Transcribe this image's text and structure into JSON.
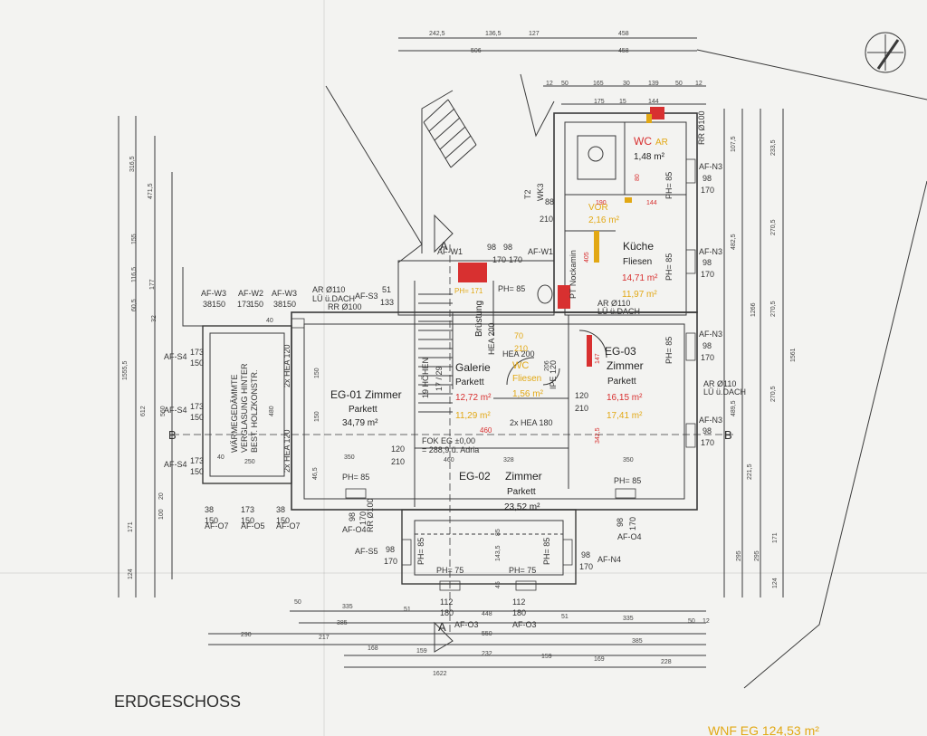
{
  "plan_title": "ERDGESCHOSS",
  "bottom_fragment": "WNF EG 124,53 m²",
  "colors": {
    "line": "#3a3a3a",
    "wall": "#d8d8d8",
    "red": "#d83030",
    "orange": "#e2a814",
    "dim": "#555555"
  },
  "rooms": {
    "eg01": {
      "name": "EG-01 Zimmer",
      "floor": "Parkett",
      "area": "34,79 m²"
    },
    "eg02": {
      "code": "EG-02",
      "name": "Zimmer",
      "floor": "Parkett",
      "area": "23,52 m²"
    },
    "eg03": {
      "code": "EG-03",
      "name": "Zimmer",
      "floor": "Parkett",
      "area_red": "16,15 m²",
      "area_orange": "17,41 m²"
    },
    "galerie": {
      "name": "Galerie",
      "floor": "Parkett",
      "area_red": "12,72 m²",
      "area_orange": "11,29 m²"
    },
    "wc_small": {
      "name": "WC",
      "floor": "Fliesen",
      "area": "1,56 m²"
    },
    "wc_top": {
      "name": "WC",
      "extra": "AR",
      "area": "1,48 m²"
    },
    "vorr": {
      "name": "VOR",
      "area": "2,16 m²"
    },
    "kueche": {
      "name": "Küche",
      "floor": "Fliesen",
      "area_red": "14,71 m²",
      "area_orange": "11,97 m²"
    },
    "winter": {
      "line1": "WÄRMEGEDÄMMTE",
      "line2": "VERGLASUNG HINTER",
      "line3": "BEST. HOLZKONSTR."
    }
  },
  "labels": {
    "fok1": "FOK EG ±0,00",
    "fok2": "= 288,9 ü. Adria",
    "hoehen": "19 HÖHEN",
    "steps": "17 / 29",
    "bruestung": "Brüstung",
    "hea200a": "HEA 200",
    "hea200b": "HEA 200",
    "hea180": "2x HEA 180",
    "hea120a": "2x HEA 120",
    "hea120b": "2x HEA 120",
    "ipe": "IPE 120",
    "ar110a": "AR Ø110",
    "ludach_a": "LÜ ü.DACH",
    "ar110b": "AR Ø110",
    "ludach_b": "LÜ ü.DACH",
    "ar110c": "AR Ø110",
    "ludach_c": "LÜ ü.DACH",
    "rr100a": "RR Ø100",
    "rr100b": "RR Ø100",
    "rr100c": "RR Ø100",
    "nockamin": "PT Nockamin",
    "t2": "T2",
    "wk3": "WK3",
    "ph85": "PH= 85",
    "ph171": "PH= 171",
    "ph75": "PH= 75",
    "sec_a": "A",
    "sec_b": "B"
  },
  "windows": {
    "afw3": "AF-W3",
    "afw2": "AF-W2",
    "afs3": "AF-S3",
    "afs4": "AF-S4",
    "afs5": "AF-S5",
    "afo7": "AF-O7",
    "afo5": "AF-O5",
    "afo4": "AF-O4",
    "afo3": "AF-O3",
    "afn3": "AF-N3",
    "afn4": "AF-N4",
    "afw1": "AF-W1"
  },
  "dims": {
    "d2425": "242,5",
    "d1365": "136,5",
    "d127": "127",
    "d458": "458",
    "d506": "506",
    "d12": "12",
    "d50": "50",
    "d165": "165",
    "d30": "30",
    "d139": "139",
    "d175": "175",
    "d15": "15",
    "d144": "144",
    "d3165": "316,5",
    "d4715": "471,5",
    "d155": "155",
    "d1165": "116,5",
    "d177": "177",
    "d605": "60,5",
    "d32": "32",
    "d15555": "1555,5",
    "d612": "612",
    "d560": "560",
    "d480": "480",
    "d350": "350",
    "d250": "250",
    "d460": "460",
    "d328": "328",
    "d40": "40",
    "d150": "150",
    "d173": "173",
    "d38": "38",
    "d98": "98",
    "d170": "170",
    "d88": "88",
    "d210": "210",
    "d120": "120",
    "d51": "51",
    "d133": "133",
    "d112": "112",
    "d180": "180",
    "d335": "335",
    "d448": "448",
    "d290": "290",
    "d217": "217",
    "d385": "385",
    "d550": "550",
    "d168": "168",
    "d159": "159",
    "d232": "232",
    "d169": "169",
    "d228": "228",
    "d1622": "1622",
    "d1266": "1266",
    "d1561": "1561",
    "d2335": "233,5",
    "d1075": "107,5",
    "d2705": "270,5",
    "d4825": "482,5",
    "d4895": "489,5",
    "d2215": "221,5",
    "d295": "295",
    "d124": "124",
    "d171": "171",
    "d100": "100",
    "d20": "20",
    "d190": "190",
    "d405": "405",
    "d80": "80",
    "d70": "70",
    "d1435": "143,5",
    "d85": "85",
    "d45": "45",
    "d206": "206",
    "d147": "147",
    "d3425": "342,5",
    "d465": "46,5"
  }
}
